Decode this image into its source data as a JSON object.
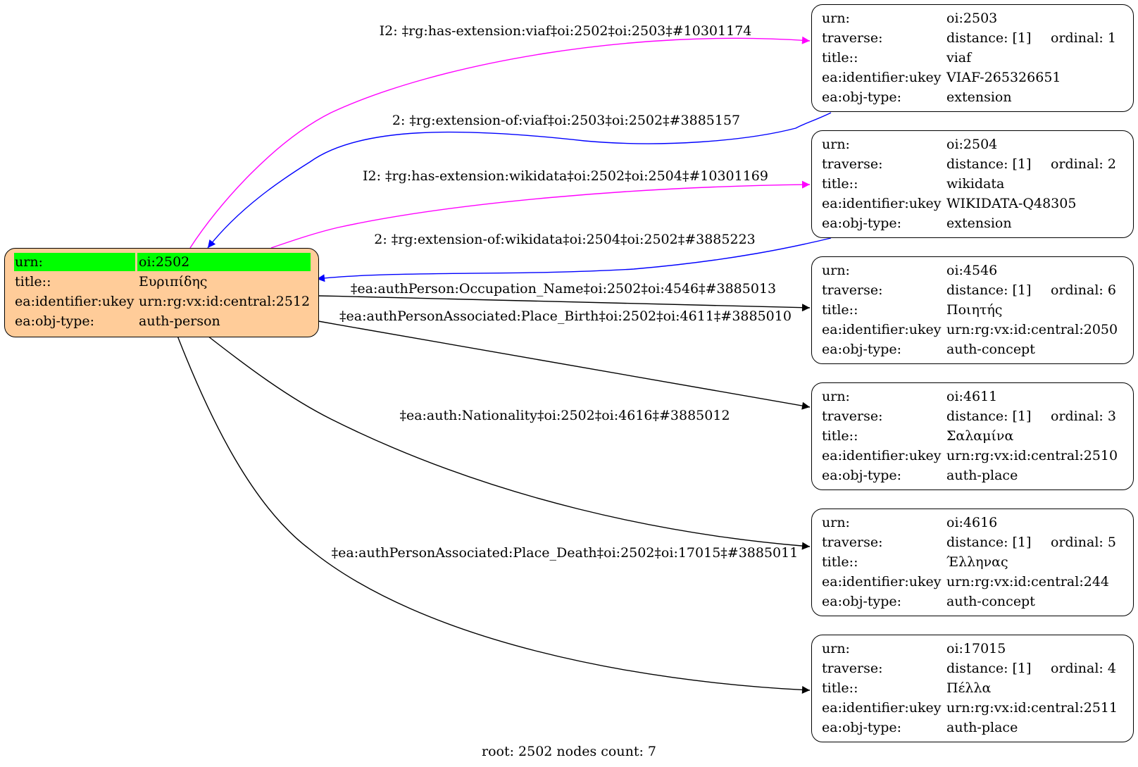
{
  "root": {
    "rows": [
      {
        "key": "urn:",
        "value": "oi:2502"
      },
      {
        "key": "title::",
        "value": "Ευριπίδης"
      },
      {
        "key": "ea:identifier:ukey",
        "value": "urn:rg:vx:id:central:2512"
      },
      {
        "key": "ea:obj-type:",
        "value": "auth-person"
      }
    ]
  },
  "nodes": [
    {
      "rows": [
        {
          "key": "urn:",
          "value": "oi:2503"
        },
        {
          "key": "traverse:",
          "value": "distance: [1]",
          "extra": "ordinal: 1"
        },
        {
          "key": "title::",
          "value": "viaf"
        },
        {
          "key": "ea:identifier:ukey",
          "value": "VIAF-265326651"
        },
        {
          "key": "ea:obj-type:",
          "value": "extension"
        }
      ]
    },
    {
      "rows": [
        {
          "key": "urn:",
          "value": "oi:2504"
        },
        {
          "key": "traverse:",
          "value": "distance: [1]",
          "extra": "ordinal: 2"
        },
        {
          "key": "title::",
          "value": "wikidata"
        },
        {
          "key": "ea:identifier:ukey",
          "value": "WIKIDATA-Q48305"
        },
        {
          "key": "ea:obj-type:",
          "value": "extension"
        }
      ]
    },
    {
      "rows": [
        {
          "key": "urn:",
          "value": "oi:4546"
        },
        {
          "key": "traverse:",
          "value": "distance: [1]",
          "extra": "ordinal: 6"
        },
        {
          "key": "title::",
          "value": "Ποιητής"
        },
        {
          "key": "ea:identifier:ukey",
          "value": "urn:rg:vx:id:central:2050"
        },
        {
          "key": "ea:obj-type:",
          "value": "auth-concept"
        }
      ]
    },
    {
      "rows": [
        {
          "key": "urn:",
          "value": "oi:4611"
        },
        {
          "key": "traverse:",
          "value": "distance: [1]",
          "extra": "ordinal: 3"
        },
        {
          "key": "title::",
          "value": "Σαλαμίνα"
        },
        {
          "key": "ea:identifier:ukey",
          "value": "urn:rg:vx:id:central:2510"
        },
        {
          "key": "ea:obj-type:",
          "value": "auth-place"
        }
      ]
    },
    {
      "rows": [
        {
          "key": "urn:",
          "value": "oi:4616"
        },
        {
          "key": "traverse:",
          "value": "distance: [1]",
          "extra": "ordinal: 5"
        },
        {
          "key": "title::",
          "value": "Έλληνας"
        },
        {
          "key": "ea:identifier:ukey",
          "value": "urn:rg:vx:id:central:244"
        },
        {
          "key": "ea:obj-type:",
          "value": "auth-concept"
        }
      ]
    },
    {
      "rows": [
        {
          "key": "urn:",
          "value": "oi:17015"
        },
        {
          "key": "traverse:",
          "value": "distance: [1]",
          "extra": "ordinal: 4"
        },
        {
          "key": "title::",
          "value": "Πέλλα"
        },
        {
          "key": "ea:identifier:ukey",
          "value": "urn:rg:vx:id:central:2511"
        },
        {
          "key": "ea:obj-type:",
          "value": "auth-place"
        }
      ]
    }
  ],
  "edges": [
    {
      "label": "I2: ‡rg:has-extension:viaf‡oi:2502‡oi:2503‡#10301174",
      "color": "#ff00ff"
    },
    {
      "label": "2: ‡rg:extension-of:viaf‡oi:2503‡oi:2502‡#3885157",
      "color": "#0000ff"
    },
    {
      "label": "I2: ‡rg:has-extension:wikidata‡oi:2502‡oi:2504‡#10301169",
      "color": "#ff00ff"
    },
    {
      "label": "2: ‡rg:extension-of:wikidata‡oi:2504‡oi:2502‡#3885223",
      "color": "#0000ff"
    },
    {
      "label": "‡ea:authPerson:Occupation_Name‡oi:2502‡oi:4546‡#3885013",
      "color": "#000000"
    },
    {
      "label": "‡ea:authPersonAssociated:Place_Birth‡oi:2502‡oi:4611‡#3885010",
      "color": "#000000"
    },
    {
      "label": "‡ea:auth:Nationality‡oi:2502‡oi:4616‡#3885012",
      "color": "#000000"
    },
    {
      "label": "‡ea:authPersonAssociated:Place_Death‡oi:2502‡oi:17015‡#3885011",
      "color": "#000000"
    }
  ],
  "colors": {
    "root_fill": "#ffcc99",
    "highlight": "#00ff00"
  },
  "footer": "root: 2502 nodes count: 7"
}
